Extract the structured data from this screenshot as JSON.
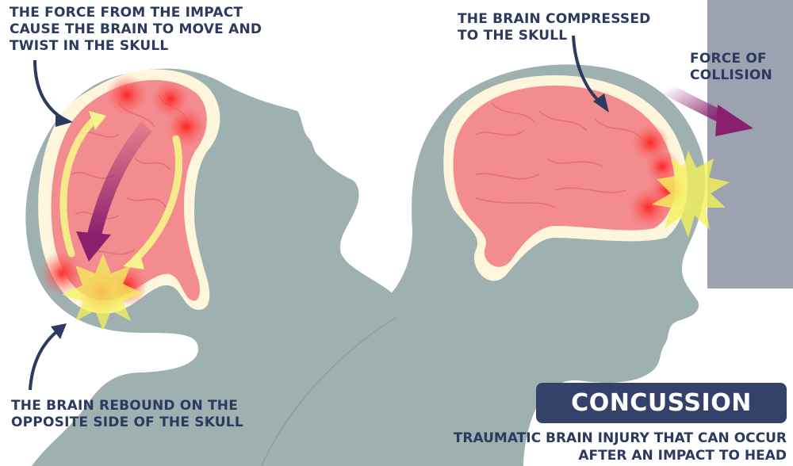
{
  "annotations": {
    "top_left": "THE FORCE FROM THE IMPACT\nCAUSE THE BRAIN TO MOVE AND\nTWIST IN THE SKULL",
    "bottom_left": "THE BRAIN REBOUND ON THE\nOPPOSITE SIDE OF THE SKULL",
    "top_center": "THE BRAIN COMPRESSED\nTO THE SKULL",
    "top_right": "FORCE OF\nCOLLISION"
  },
  "title": {
    "label": "CONCUSSION",
    "subtitle": "TRAUMATIC BRAIN INJURY THAT CAN OCCUR\nAFTER AN IMPACT TO HEAD"
  },
  "figures": [
    {
      "name": "head-thrown-back",
      "description": "Head tilted back after impact, brain rebounding on opposite side"
    },
    {
      "name": "head-hitting-wall",
      "description": "Head colliding with wall, frontal brain compressed to skull"
    }
  ],
  "colors": {
    "silhouette": "#9fb0b0",
    "skull_layer": "#fdf5dc",
    "brain": "#f28c8e",
    "impact_red": "#ff2a2a",
    "impact_yellow": "#f4f35a",
    "motion_arrow": "#8a1f6e",
    "text": "#2b3a5e",
    "banner": "#344169",
    "wall": "#9da2b1"
  }
}
